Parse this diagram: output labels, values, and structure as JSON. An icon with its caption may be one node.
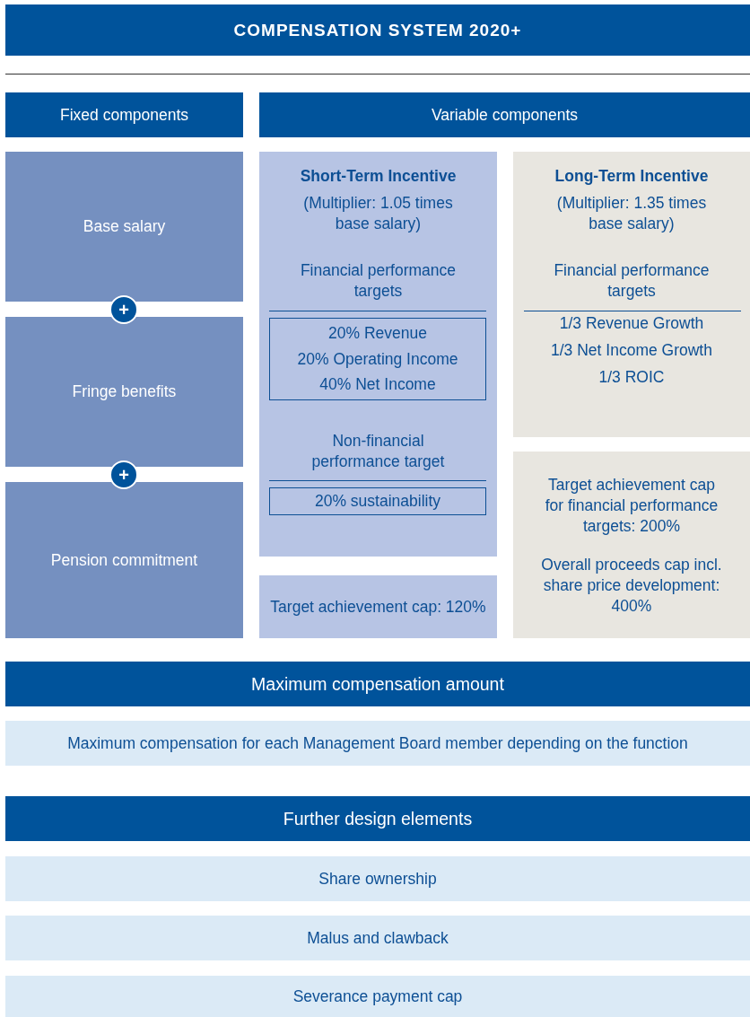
{
  "diagram": {
    "nodes": [
      {
        "text": [
          "COMPENSATION SYSTEM 2020+"
        ]
      },
      {
        "text": [
          "Fixed components"
        ]
      },
      {
        "text": [
          "Variable components"
        ]
      },
      {
        "text": [
          "Base salary"
        ]
      },
      {
        "text": [
          "+"
        ]
      },
      {
        "text": [
          "Fringe benefits"
        ]
      },
      {
        "text": [
          "+"
        ]
      },
      {
        "text": [
          "Pension commitment"
        ]
      },
      {
        "text": [
          "Short-Term Incentive",
          "(Multiplier: 1.05 times base salary)",
          "Financial performance targets",
          "Non-financial performance target"
        ]
      },
      {
        "text": [
          "20% Revenue",
          "20% Operating Income",
          "40% Net Income"
        ],
        "in": 8
      },
      {
        "text": [
          "20% sustainability"
        ],
        "in": 8
      },
      {
        "text": [
          "Long-Term Incentive",
          "(Multiplier: 1.35 times base salary)",
          "Financial performance targets",
          "1/3 Revenue Growth",
          "1/3 Net Income Growth",
          "1/3 ROIC"
        ]
      },
      {
        "text": [
          "Target achievement cap: 120%"
        ]
      },
      {
        "text": [
          "Target achievement cap for financial performance targets: 200%",
          "Overall proceeds cap incl. share price development: 400%"
        ]
      },
      {
        "text": [
          "Maximum compensation amount"
        ]
      },
      {
        "text": [
          "Maximum compensation for each Management Board member depending on the function"
        ]
      },
      {
        "text": [
          "Further design elements"
        ]
      },
      {
        "text": [
          "Share ownership"
        ]
      },
      {
        "text": [
          "Malus and clawback"
        ]
      },
      {
        "text": [
          "Severance payment cap"
        ]
      }
    ]
  }
}
